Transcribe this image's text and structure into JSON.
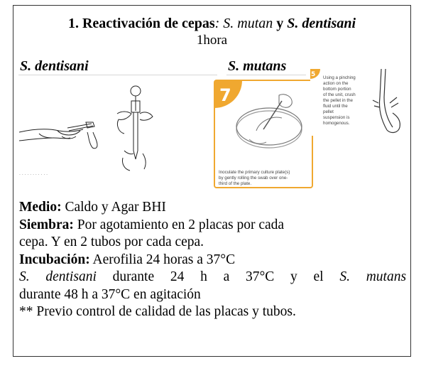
{
  "title": {
    "number": "1.",
    "bold_part": "Reactivación de cepas",
    "colon": ":",
    "species1": "S. mutan",
    "conj": "y",
    "species2": "S. dentisani"
  },
  "subtitle": "1hora",
  "labels": {
    "dentisani": "S. dentisani",
    "mutans": "S. mutans"
  },
  "figure": {
    "step7_number": "7",
    "step7_caption": [
      "Inoculate the primary culture plate(s)",
      "by gently rolling the swab over one-",
      "third of the plate."
    ],
    "step5_number": "5",
    "step5_caption": [
      "Using a pinching",
      "action on the",
      "bottom portion",
      "of the unit, crush",
      "the pellet in the",
      "fluid until the",
      "pellet",
      "suspension is",
      "homogenous."
    ],
    "accent_color": "#f0a830"
  },
  "body": {
    "medio_label": "Medio:",
    "medio_text": "Caldo y Agar BHI",
    "siembra_label": "Siembra:",
    "siembra_text_1": "Por agotamiento en 2 placas por cada",
    "siembra_text_2": "cepa. Y en 2 tubos por cada cepa.",
    "incubacion_label": "Incubación:",
    "incubacion_text": "Aerofilia 24 horas a 37°C",
    "detail_species1": "S. dentisani",
    "detail_mid": "durante 24 h a 37°C y el",
    "detail_species2": "S. mutans",
    "detail_line2": "durante 48 h a 37°C en agitación",
    "note": "** Previo control de calidad de las placas y tubos."
  }
}
